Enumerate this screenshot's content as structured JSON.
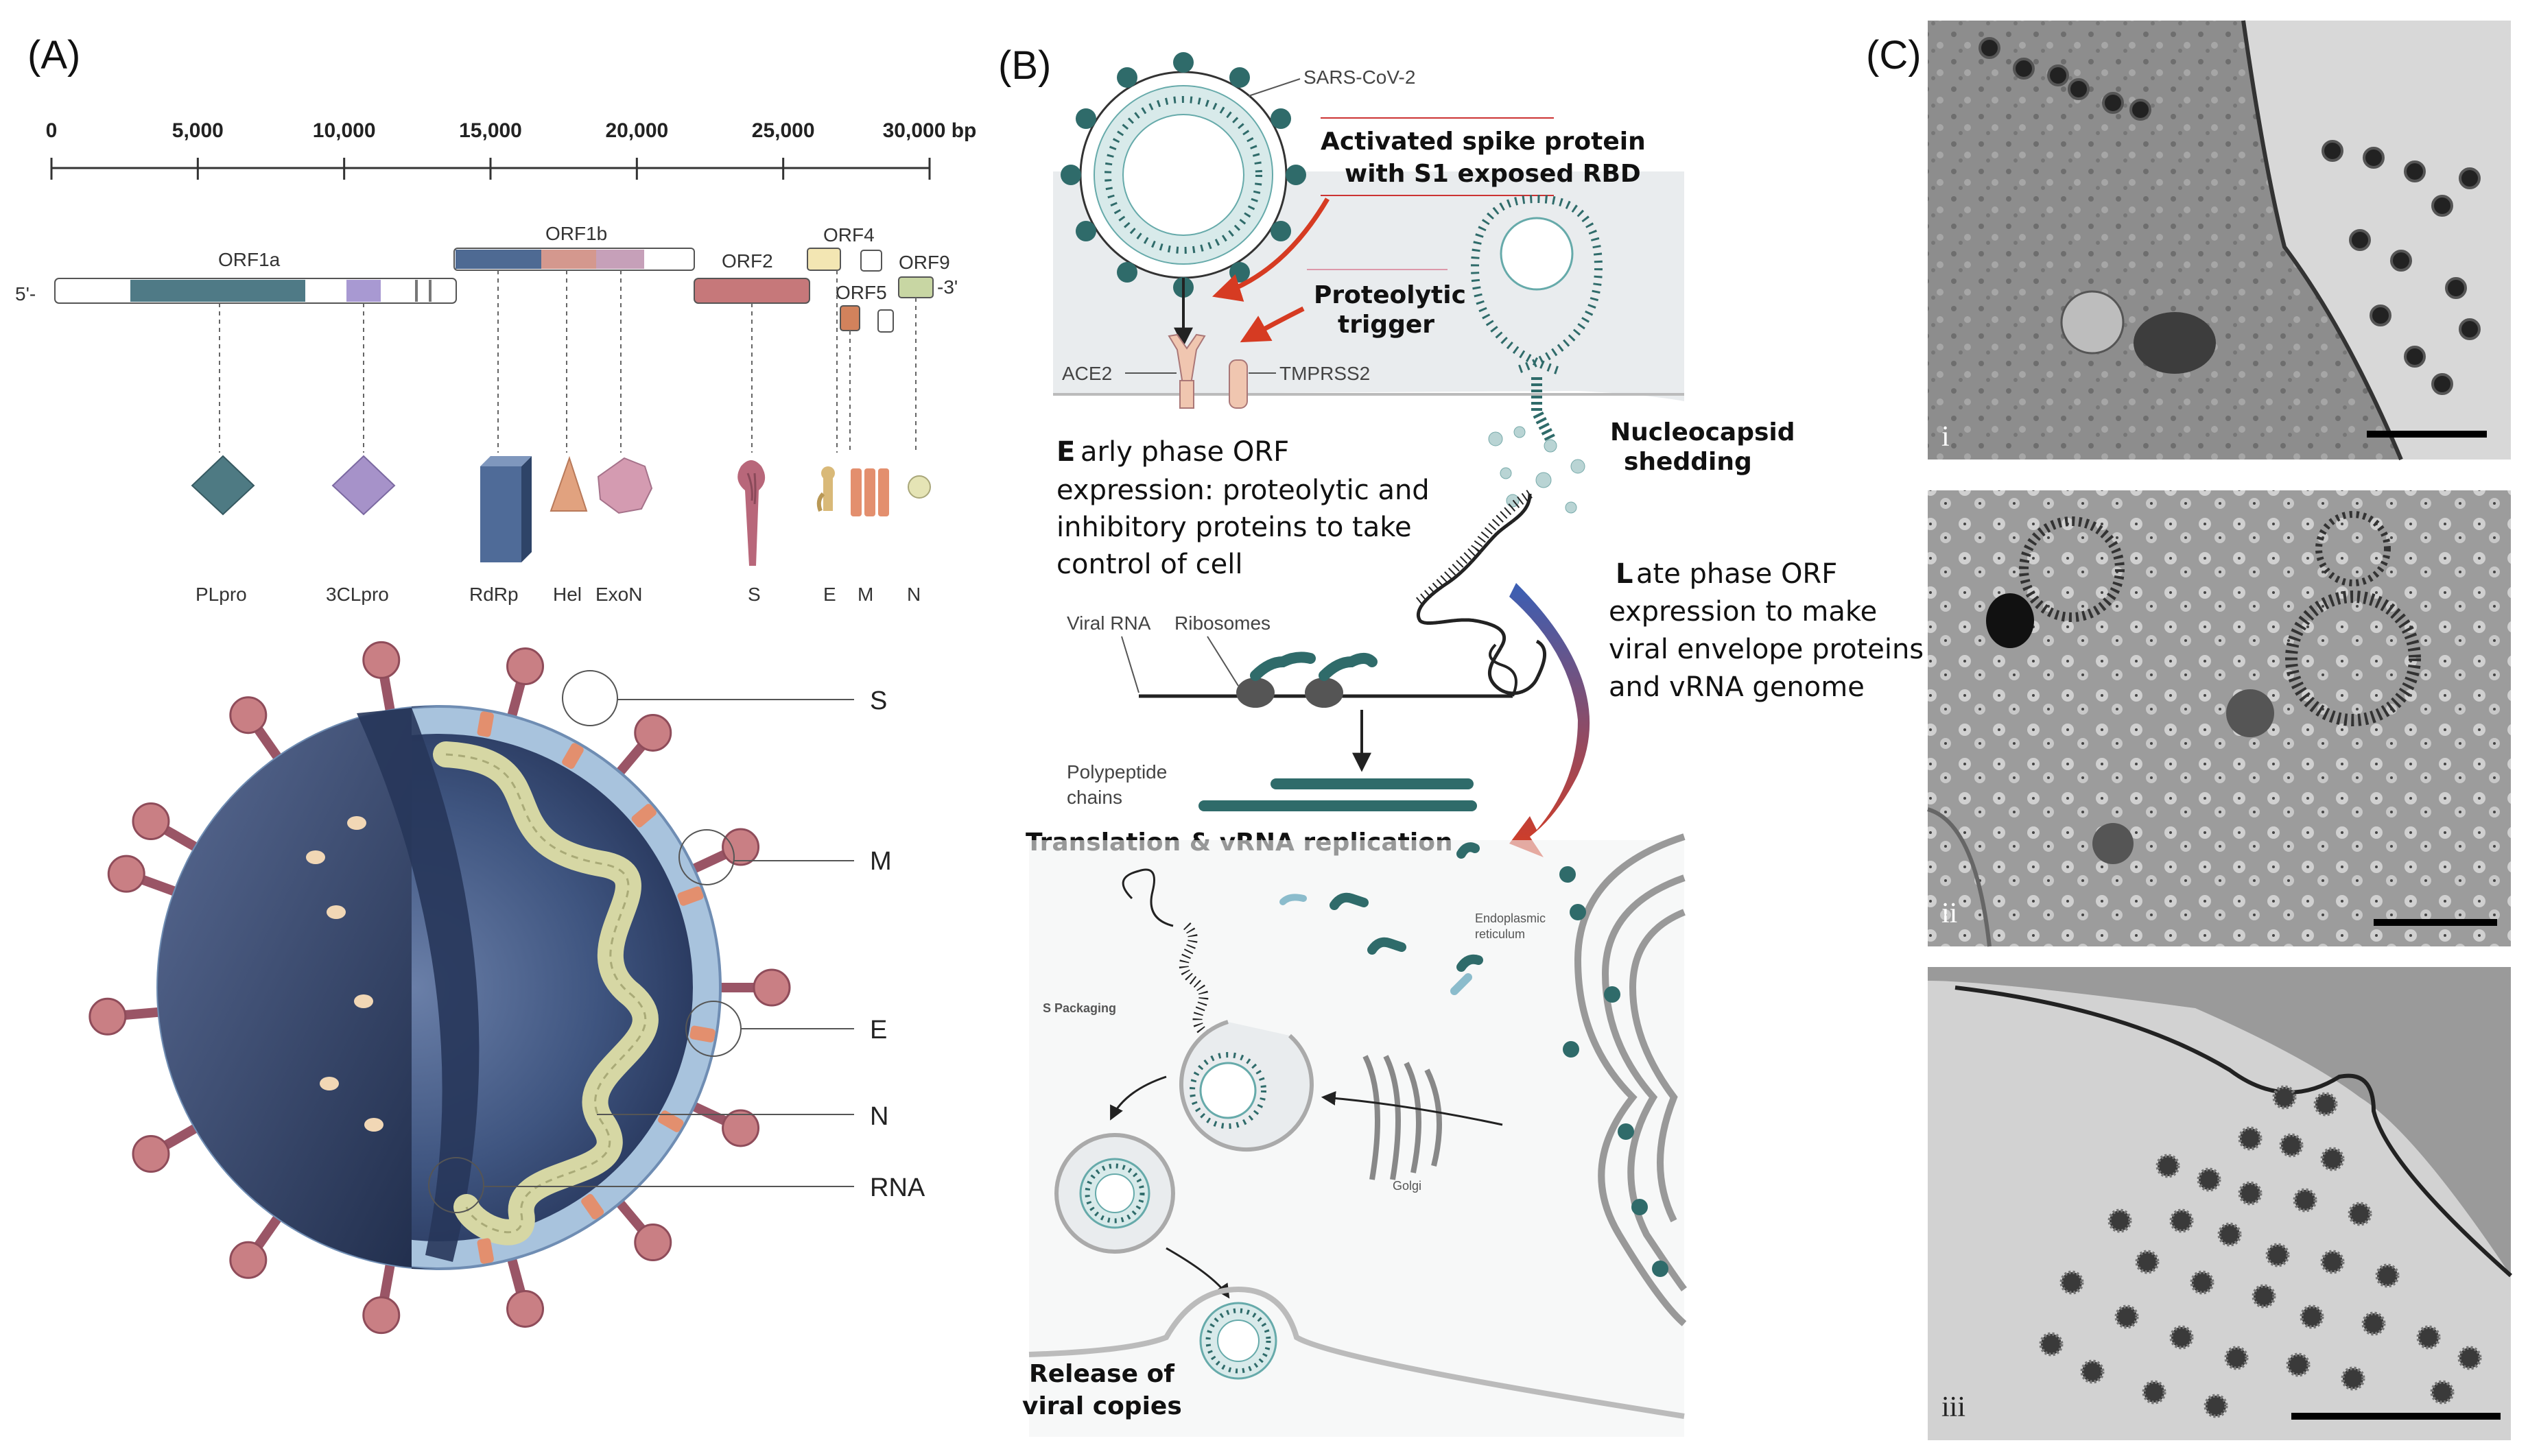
{
  "panels": {
    "a": "(A)",
    "b": "(B)",
    "c": "(C)"
  },
  "genome": {
    "unit": "bp",
    "ticks": [
      {
        "value": 0,
        "label": "0"
      },
      {
        "value": 5000,
        "label": "5,000"
      },
      {
        "value": 10000,
        "label": "10,000"
      },
      {
        "value": 15000,
        "label": "15,000"
      },
      {
        "value": 20000,
        "label": "20,000"
      },
      {
        "value": 25000,
        "label": "25,000"
      },
      {
        "value": 30000,
        "label": "30,000 bp"
      }
    ],
    "end5": "5'-",
    "end3": "-3'",
    "orfs": {
      "orf1a": "ORF1a",
      "orf1b": "ORF1b",
      "orf2": "ORF2",
      "orf4": "ORF4",
      "orf5": "ORF5",
      "orf9": "ORF9"
    },
    "proteins": [
      "PLpro",
      "3CLpro",
      "RdRp",
      "Hel",
      "ExoN",
      "S",
      "E",
      "M",
      "N"
    ]
  },
  "virion_labels": [
    "S",
    "M",
    "E",
    "N",
    "RNA"
  ],
  "lifecycle": {
    "virus": "SARS-CoV-2",
    "spike": [
      "Activated spike protein",
      "with  S1 exposed RBD"
    ],
    "trigger": [
      "Proteolytic",
      "trigger"
    ],
    "ace2": "ACE2",
    "tmprss2": "TMPRSS2",
    "shedding": [
      "Nucleocapsid",
      "shedding"
    ],
    "early_initial": "E",
    "early": [
      "arly phase ORF",
      "expression: proteolytic and",
      "inhibitory proteins to take",
      "control of cell"
    ],
    "late_initial": "L",
    "late": [
      "ate phase ORF",
      "expression to make",
      "viral envelope proteins",
      "and vRNA genome"
    ],
    "viral_rna": "Viral RNA",
    "ribosomes": "Ribosomes",
    "polypeptide": [
      "Polypeptide",
      "chains"
    ],
    "translation": "Translation & vRNA replication",
    "er": [
      "Endoplasmic",
      "reticulum"
    ],
    "packaging": "S Packaging",
    "golgi": "Golgi",
    "release": [
      "Release of",
      "viral copies"
    ]
  },
  "micrographs": [
    "i",
    "ii",
    "iii"
  ],
  "colors": {
    "teal": "#2f6b6a",
    "envelope": "#a8c3dd",
    "core": "#3b4f75",
    "spike": "#c97f84",
    "membrane": "#e38f6e",
    "rna": "#d9dab0",
    "arrow": "#d63b22"
  }
}
